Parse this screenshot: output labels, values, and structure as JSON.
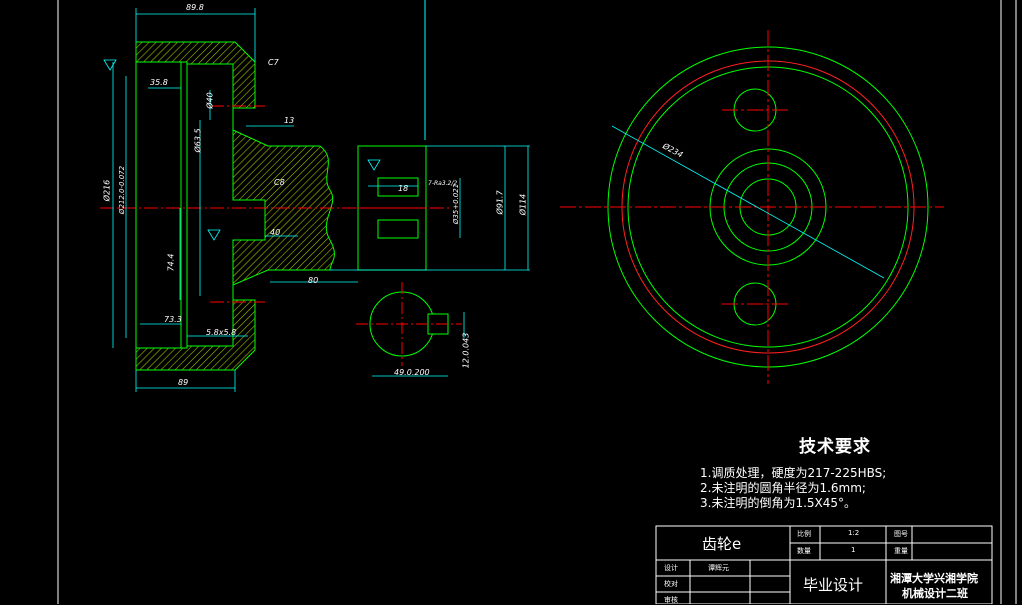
{
  "drawing": {
    "dimensions": {
      "overall_width": "89.8",
      "bottom_width": "89",
      "d1": "35.8",
      "d2": "13",
      "d3": "18",
      "d4": "40",
      "d5": "80",
      "d6": "73.3",
      "d7": "5.8x5.8",
      "d8": "74.4",
      "d9": "49.0.200",
      "d10": "12.0.043",
      "dia_216": "Ø216",
      "dia_212": "Ø212.0-0.072",
      "dia_63_5": "Ø63.5",
      "dia_40": "Ø40",
      "dia_91_7": "Ø91.7",
      "dia_114": "Ø114",
      "dia_35": "Ø35+0.021",
      "dia_234": "Ø234",
      "chamfer_c7": "C7",
      "chamfer_c8": "C8",
      "rough_label": "Ra",
      "callout": "7-Ra3.2/2"
    }
  },
  "tech_requirements": {
    "title": "技术要求",
    "lines": [
      "1.调质处理，硬度为217-225HBS;",
      "2.未注明的圆角半径为1.6mm;",
      "3.未注明的倒角为1.5X45°。"
    ]
  },
  "title_block": {
    "part_name": "齿轮e",
    "scale_label": "比例",
    "scale_value": "1:2",
    "drawing_no_label": "图号",
    "quantity_label": "数量",
    "quantity_value": "1",
    "weight_label": "重量",
    "designer_label": "设计",
    "designer_value": "谭辉元",
    "checker_label": "校对",
    "reviewer_label": "审核",
    "project": "毕业设计",
    "school_line1": "湘潭大学兴湘学院",
    "school_line2": "机械设计二班"
  }
}
